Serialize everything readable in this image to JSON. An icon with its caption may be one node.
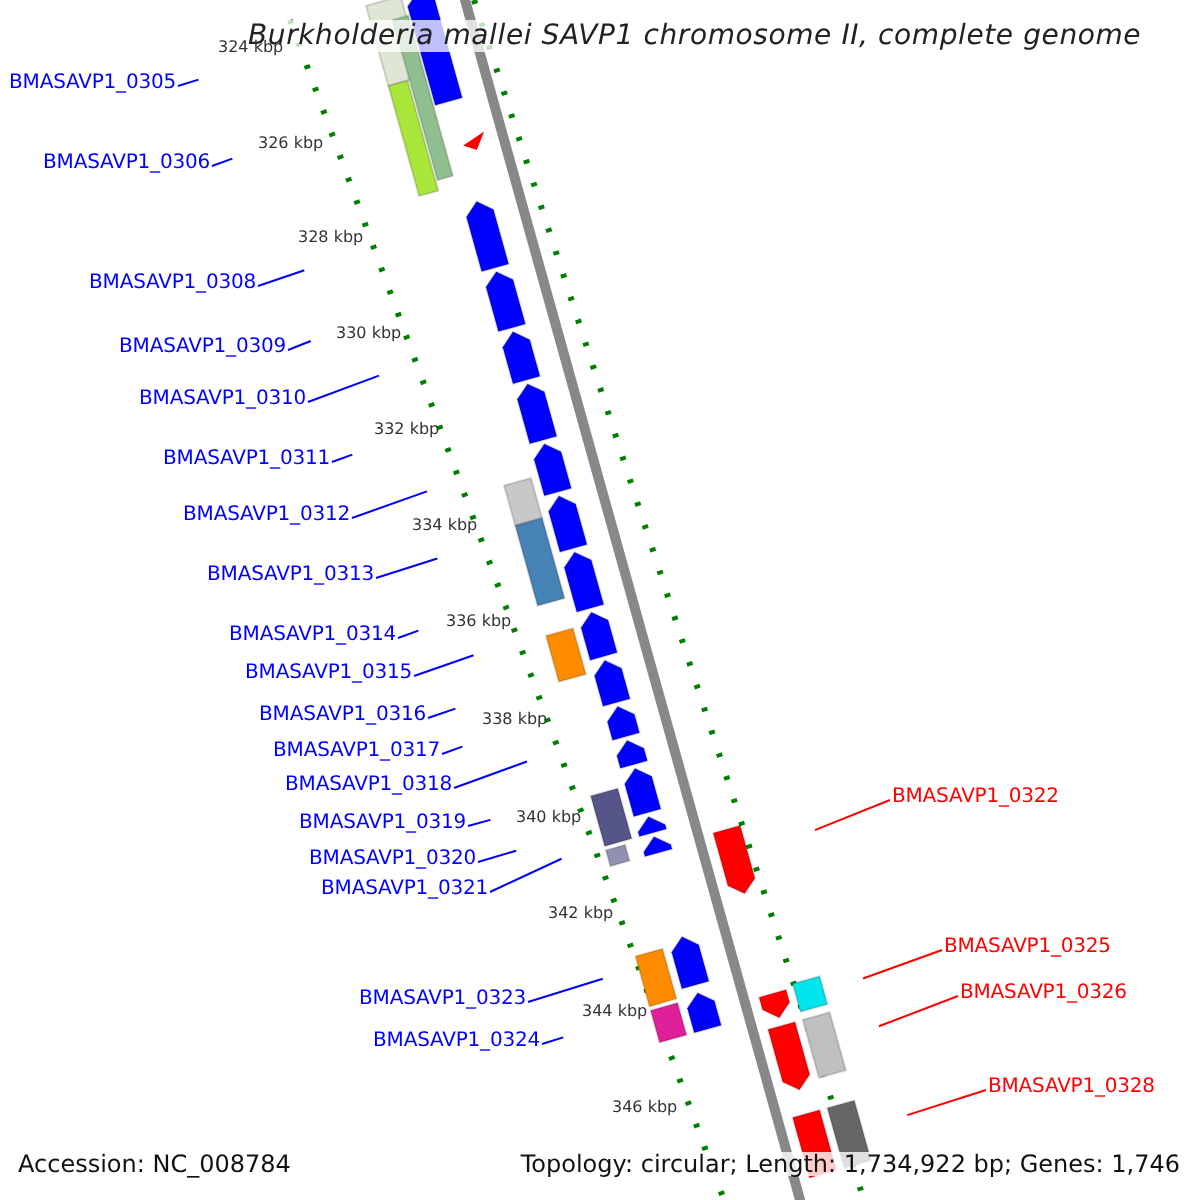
{
  "diagram": {
    "title": "Burkholderia mallei SAVP1 chromosome II, complete genome",
    "nodes": [
      {
        "text": [
          "BMASAVP1_0305"
        ]
      },
      {
        "text": [
          "BMASAVP1_0306"
        ]
      },
      {
        "text": [
          "BMASAVP1_0308"
        ]
      },
      {
        "text": [
          "BMASAVP1_0309"
        ]
      },
      {
        "text": [
          "BMASAVP1_0310"
        ]
      },
      {
        "text": [
          "BMASAVP1_0311"
        ]
      },
      {
        "text": [
          "BMASAVP1_0312"
        ]
      },
      {
        "text": [
          "BMASAVP1_0313"
        ]
      },
      {
        "text": [
          "BMASAVP1_0314"
        ]
      },
      {
        "text": [
          "BMASAVP1_0315"
        ]
      },
      {
        "text": [
          "BMASAVP1_0316"
        ]
      },
      {
        "text": [
          "BMASAVP1_0317"
        ]
      },
      {
        "text": [
          "BMASAVP1_0318"
        ]
      },
      {
        "text": [
          "BMASAVP1_0319"
        ]
      },
      {
        "text": [
          "BMASAVP1_0320"
        ]
      },
      {
        "text": [
          "BMASAVP1_0321"
        ]
      },
      {
        "text": [
          "BMASAVP1_0322"
        ]
      },
      {
        "text": [
          "BMASAVP1_0323"
        ]
      },
      {
        "text": [
          "BMASAVP1_0324"
        ]
      },
      {
        "text": [
          "BMASAVP1_0325"
        ]
      },
      {
        "text": [
          "BMASAVP1_0326"
        ]
      },
      {
        "text": [
          "BMASAVP1_0328"
        ]
      }
    ],
    "edges": [
      {
        "from": 0,
        "to": null,
        "arrow": "none"
      },
      {
        "from": 1,
        "to": null,
        "arrow": "none"
      },
      {
        "from": 2,
        "to": null,
        "arrow": "none"
      },
      {
        "from": 3,
        "to": null,
        "arrow": "none"
      },
      {
        "from": 4,
        "to": null,
        "arrow": "none"
      },
      {
        "from": 5,
        "to": null,
        "arrow": "none"
      },
      {
        "from": 6,
        "to": null,
        "arrow": "none"
      },
      {
        "from": 7,
        "to": null,
        "arrow": "none"
      },
      {
        "from": 8,
        "to": null,
        "arrow": "none"
      },
      {
        "from": 9,
        "to": null,
        "arrow": "none"
      },
      {
        "from": 10,
        "to": null,
        "arrow": "none"
      },
      {
        "from": 11,
        "to": null,
        "arrow": "none"
      },
      {
        "from": 12,
        "to": null,
        "arrow": "none"
      },
      {
        "from": 13,
        "to": null,
        "arrow": "none"
      },
      {
        "from": 14,
        "to": null,
        "arrow": "none"
      },
      {
        "from": 15,
        "to": null,
        "arrow": "none"
      },
      {
        "from": 16,
        "to": null,
        "arrow": "none",
        "color": "#ff0000"
      },
      {
        "from": 17,
        "to": null,
        "arrow": "none"
      },
      {
        "from": 18,
        "to": null,
        "arrow": "none"
      },
      {
        "from": 19,
        "to": null,
        "arrow": "none",
        "color": "#ff0000"
      },
      {
        "from": 20,
        "to": null,
        "arrow": "none",
        "color": "#ff0000"
      },
      {
        "from": 21,
        "to": null,
        "arrow": "none",
        "color": "#ff0000"
      }
    ],
    "labels": [
      "324 kbp",
      "326 kbp",
      "328 kbp",
      "330 kbp",
      "332 kbp",
      "334 kbp",
      "336 kbp",
      "338 kbp",
      "340 kbp",
      "342 kbp",
      "344 kbp",
      "346 kbp",
      "Accession: NC_008784",
      "Topology: circular; Length: 1,734,922 bp; Genes: 1,746"
    ]
  }
}
